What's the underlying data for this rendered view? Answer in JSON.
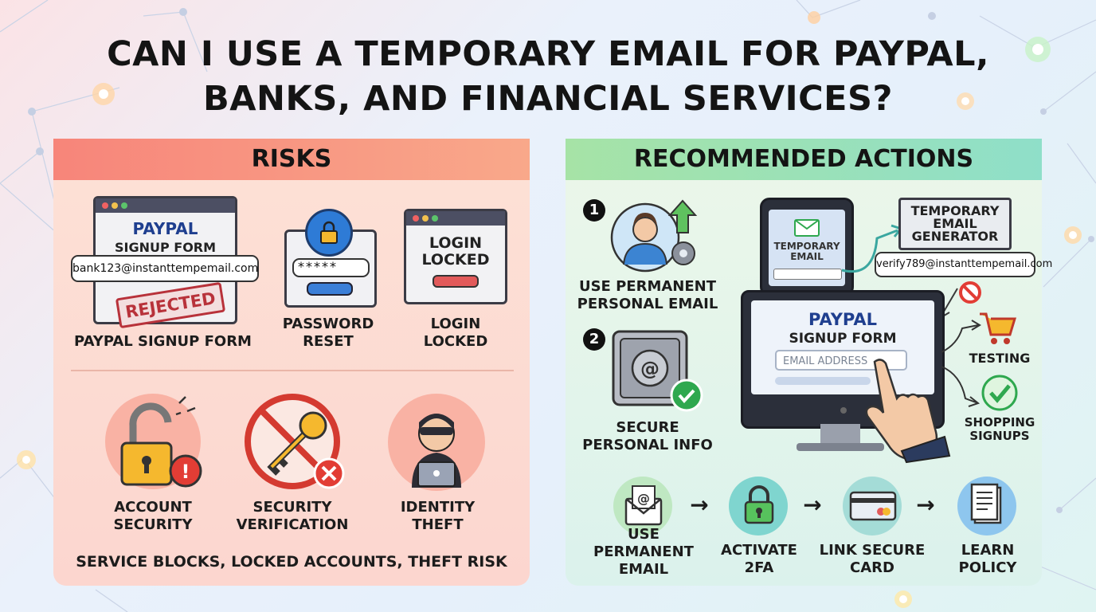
{
  "title": {
    "line1": "CAN I USE A TEMPORARY EMAIL FOR PAYPAL,",
    "line2": "BANKS, AND FINANCIAL SERVICES?"
  },
  "risks": {
    "header": "RISKS",
    "paypal_form": {
      "brand": "PAYPAL",
      "form_title": "SIGNUP FORM",
      "email_value": "bank123@instanttempemail.com",
      "stamp": "REJECTED",
      "caption": "PAYPAL SIGNUP FORM"
    },
    "password_reset": {
      "field_value": "*****",
      "caption_line1": "PASSWORD",
      "caption_line2": "RESET"
    },
    "login_locked": {
      "window_line1": "LOGIN",
      "window_line2": "LOCKED",
      "caption_line1": "LOGIN",
      "caption_line2": "LOCKED"
    },
    "account_security": {
      "line1": "ACCOUNT",
      "line2": "SECURITY"
    },
    "security_verification": {
      "line1": "SECURITY",
      "line2": "VERIFICATION"
    },
    "identity_theft": {
      "line1": "IDENTITY",
      "line2": "THEFT"
    },
    "footer": "SERVICE BLOCKS, LOCKED ACCOUNTS, THEFT RISK"
  },
  "actions": {
    "header": "RECOMMENDED ACTIONS",
    "step1": {
      "number": "1",
      "line1": "USE PERMANENT",
      "line2": "PERSONAL EMAIL"
    },
    "step2": {
      "number": "2",
      "line1": "SECURE",
      "line2": "PERSONAL INFO"
    },
    "phone": {
      "line1": "TEMPORARY",
      "line2": "EMAIL"
    },
    "generator": {
      "line1": "TEMPORARY",
      "line2": "EMAIL",
      "line3": "GENERATOR",
      "email_value": "verify789@instanttempemail.com"
    },
    "monitor_form": {
      "brand": "PAYPAL",
      "form_title": "SIGNUP FORM",
      "email_placeholder": "EMAIL ADDRESS"
    },
    "testing": "TESTING",
    "shopping": {
      "line1": "SHOPPING",
      "line2": "SIGNUPS"
    },
    "flow": [
      {
        "line1": "USE",
        "line2": "PERMANENT",
        "line3": "EMAIL"
      },
      {
        "line1": "ACTIVATE",
        "line2": "2FA"
      },
      {
        "line1": "LINK SECURE",
        "line2": "CARD"
      },
      {
        "line1": "LEARN",
        "line2": "POLICY"
      }
    ],
    "flow_arrow": "→"
  },
  "colors": {
    "risk_header": "#f7857a",
    "action_header": "#a6e3a6",
    "paypal_blue": "#1f3f8f",
    "stamp_red": "#b8323a",
    "check_green": "#2fa84f"
  }
}
